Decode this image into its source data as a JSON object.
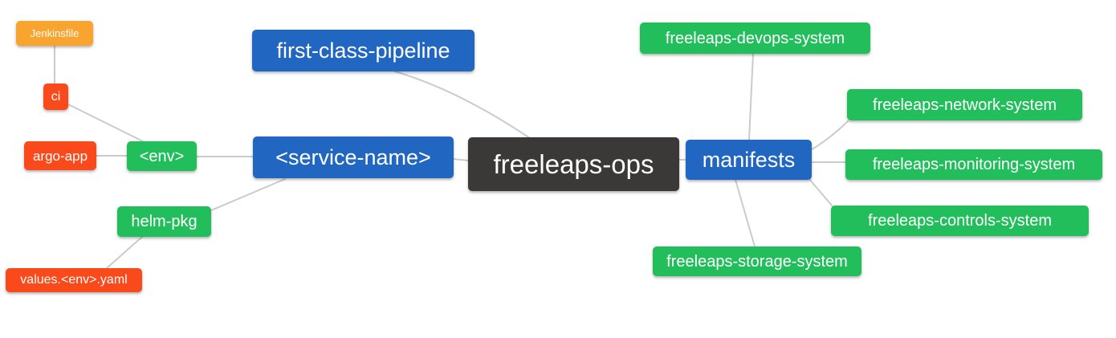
{
  "mindmap": {
    "nodes": {
      "freeleaps_ops": {
        "label": "freeleaps-ops",
        "color_role": "root"
      },
      "first_class_pipeline": {
        "label": "first-class-pipeline",
        "color_role": "level1"
      },
      "service_name": {
        "label": "<service-name>",
        "color_role": "level1"
      },
      "manifests": {
        "label": "manifests",
        "color_role": "level1"
      },
      "env": {
        "label": "<env>",
        "color_role": "level2"
      },
      "helm_pkg": {
        "label": "helm-pkg",
        "color_role": "level2"
      },
      "devops_system": {
        "label": "freeleaps-devops-system",
        "color_role": "level2"
      },
      "network_system": {
        "label": "freeleaps-network-system",
        "color_role": "level2"
      },
      "monitoring_system": {
        "label": "freeleaps-monitoring-system",
        "color_role": "level2"
      },
      "controls_system": {
        "label": "freeleaps-controls-system",
        "color_role": "level2"
      },
      "storage_system": {
        "label": "freeleaps-storage-system",
        "color_role": "level2"
      },
      "ci": {
        "label": "ci",
        "color_role": "level3"
      },
      "argo_app": {
        "label": "argo-app",
        "color_role": "level3"
      },
      "values_env_yaml": {
        "label": "values.<env>.yaml",
        "color_role": "level3"
      },
      "jenkinsfile": {
        "label": "Jenkinsfile",
        "color_role": "level4"
      }
    },
    "edges": [
      {
        "from": "jenkinsfile",
        "to": "ci"
      },
      {
        "from": "ci",
        "to": "env"
      },
      {
        "from": "argo_app",
        "to": "env"
      },
      {
        "from": "env",
        "to": "service_name"
      },
      {
        "from": "helm_pkg",
        "to": "service_name"
      },
      {
        "from": "values_env_yaml",
        "to": "helm_pkg"
      },
      {
        "from": "first_class_pipeline",
        "to": "freeleaps_ops"
      },
      {
        "from": "service_name",
        "to": "freeleaps_ops"
      },
      {
        "from": "freeleaps_ops",
        "to": "manifests"
      },
      {
        "from": "manifests",
        "to": "devops_system"
      },
      {
        "from": "manifests",
        "to": "network_system"
      },
      {
        "from": "manifests",
        "to": "monitoring_system"
      },
      {
        "from": "manifests",
        "to": "controls_system"
      },
      {
        "from": "manifests",
        "to": "storage_system"
      }
    ],
    "colors": {
      "root": "#3b3838",
      "level1": "#2167c1",
      "level2": "#23be5c",
      "level3": "#fa4a1c",
      "level4": "#f8a42f",
      "edge": "#cbcbcb",
      "node_text": "#ffffff",
      "background": "#ffffff"
    }
  }
}
